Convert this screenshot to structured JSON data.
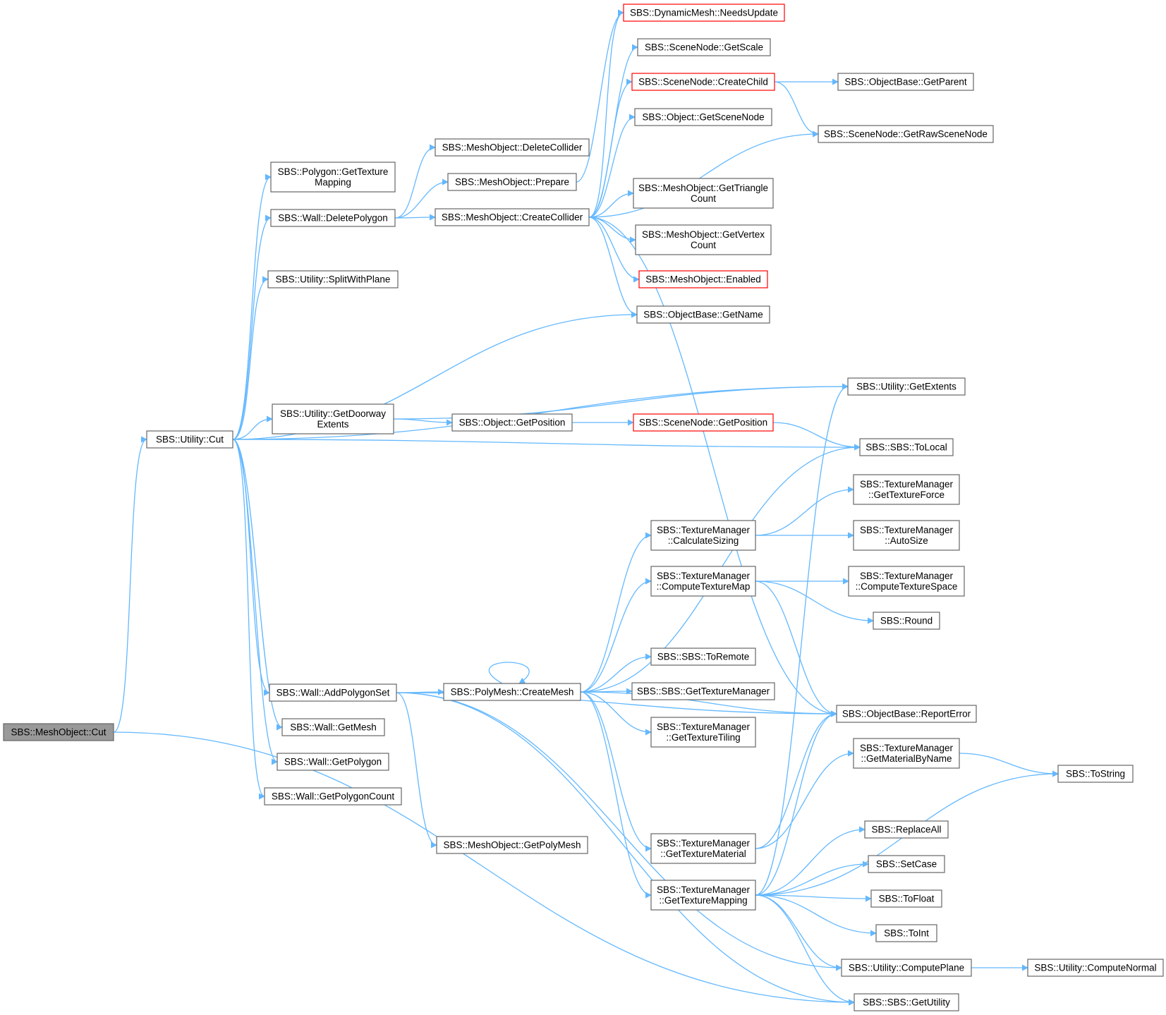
{
  "colors": {
    "edge": "#63b8ff",
    "node_border": "#666666",
    "node_border_red": "#ff0000",
    "node_fill": "#ffffff",
    "root_fill": "#999999",
    "text": "#000000"
  },
  "nodes": {
    "n_root": {
      "lines": [
        "SBS::MeshObject::Cut"
      ],
      "style": "root"
    },
    "n_cut": {
      "lines": [
        "SBS::Utility::Cut"
      ],
      "style": "normal"
    },
    "n_gettexmap": {
      "lines": [
        "SBS::Polygon::GetTexture",
        "Mapping"
      ],
      "style": "normal"
    },
    "n_delpoly": {
      "lines": [
        "SBS::Wall::DeletePolygon"
      ],
      "style": "normal"
    },
    "n_splitplane": {
      "lines": [
        "SBS::Utility::SplitWithPlane"
      ],
      "style": "normal"
    },
    "n_doorway": {
      "lines": [
        "SBS::Utility::GetDoorway",
        "Extents"
      ],
      "style": "normal"
    },
    "n_addpolyset": {
      "lines": [
        "SBS::Wall::AddPolygonSet"
      ],
      "style": "normal"
    },
    "n_getmesh": {
      "lines": [
        "SBS::Wall::GetMesh"
      ],
      "style": "normal"
    },
    "n_getpolygon": {
      "lines": [
        "SBS::Wall::GetPolygon"
      ],
      "style": "normal"
    },
    "n_getpolycount": {
      "lines": [
        "SBS::Wall::GetPolygonCount"
      ],
      "style": "normal"
    },
    "n_delcollider": {
      "lines": [
        "SBS::MeshObject::DeleteCollider"
      ],
      "style": "normal"
    },
    "n_prepare": {
      "lines": [
        "SBS::MeshObject::Prepare"
      ],
      "style": "normal"
    },
    "n_createcollider": {
      "lines": [
        "SBS::MeshObject::CreateCollider"
      ],
      "style": "normal"
    },
    "n_objgetpos": {
      "lines": [
        "SBS::Object::GetPosition"
      ],
      "style": "normal"
    },
    "n_createmesh": {
      "lines": [
        "SBS::PolyMesh::CreateMesh"
      ],
      "style": "normal"
    },
    "n_getpolymesh": {
      "lines": [
        "SBS::MeshObject::GetPolyMesh"
      ],
      "style": "normal"
    },
    "n_needsupdate": {
      "lines": [
        "SBS::DynamicMesh::NeedsUpdate"
      ],
      "style": "red"
    },
    "n_getscale": {
      "lines": [
        "SBS::SceneNode::GetScale"
      ],
      "style": "normal"
    },
    "n_createchild": {
      "lines": [
        "SBS::SceneNode::CreateChild"
      ],
      "style": "red"
    },
    "n_getscenenode": {
      "lines": [
        "SBS::Object::GetSceneNode"
      ],
      "style": "normal"
    },
    "n_gettricount": {
      "lines": [
        "SBS::MeshObject::GetTriangle",
        "Count"
      ],
      "style": "normal"
    },
    "n_getvertcount": {
      "lines": [
        "SBS::MeshObject::GetVertex",
        "Count"
      ],
      "style": "normal"
    },
    "n_enabled": {
      "lines": [
        "SBS::MeshObject::Enabled"
      ],
      "style": "red"
    },
    "n_getname": {
      "lines": [
        "SBS::ObjectBase::GetName"
      ],
      "style": "normal"
    },
    "n_scenegetpos": {
      "lines": [
        "SBS::SceneNode::GetPosition"
      ],
      "style": "red"
    },
    "n_calcsizing": {
      "lines": [
        "SBS::TextureManager",
        "::CalculateSizing"
      ],
      "style": "normal"
    },
    "n_computetexmap": {
      "lines": [
        "SBS::TextureManager",
        "::ComputeTextureMap"
      ],
      "style": "normal"
    },
    "n_toremote": {
      "lines": [
        "SBS::SBS::ToRemote"
      ],
      "style": "normal"
    },
    "n_gettexmgr": {
      "lines": [
        "SBS::SBS::GetTextureManager"
      ],
      "style": "normal"
    },
    "n_gettextiling": {
      "lines": [
        "SBS::TextureManager",
        "::GetTextureTiling"
      ],
      "style": "normal"
    },
    "n_gettexmaterial": {
      "lines": [
        "SBS::TextureManager",
        "::GetTextureMaterial"
      ],
      "style": "normal"
    },
    "n_gettexmapping": {
      "lines": [
        "SBS::TextureManager",
        "::GetTextureMapping"
      ],
      "style": "normal"
    },
    "n_getparent": {
      "lines": [
        "SBS::ObjectBase::GetParent"
      ],
      "style": "normal"
    },
    "n_getrawscenenode": {
      "lines": [
        "SBS::SceneNode::GetRawSceneNode"
      ],
      "style": "normal"
    },
    "n_getextents": {
      "lines": [
        "SBS::Utility::GetExtents"
      ],
      "style": "normal"
    },
    "n_tolocal": {
      "lines": [
        "SBS::SBS::ToLocal"
      ],
      "style": "normal"
    },
    "n_gettexforce": {
      "lines": [
        "SBS::TextureManager",
        "::GetTextureForce"
      ],
      "style": "normal"
    },
    "n_autosize": {
      "lines": [
        "SBS::TextureManager",
        "::AutoSize"
      ],
      "style": "normal"
    },
    "n_computetexspace": {
      "lines": [
        "SBS::TextureManager",
        "::ComputeTextureSpace"
      ],
      "style": "normal"
    },
    "n_round": {
      "lines": [
        "SBS::Round"
      ],
      "style": "normal"
    },
    "n_reporterror": {
      "lines": [
        "SBS::ObjectBase::ReportError"
      ],
      "style": "normal"
    },
    "n_getmatbyname": {
      "lines": [
        "SBS::TextureManager",
        "::GetMaterialByName"
      ],
      "style": "normal"
    },
    "n_replaceall": {
      "lines": [
        "SBS::ReplaceAll"
      ],
      "style": "normal"
    },
    "n_setcase": {
      "lines": [
        "SBS::SetCase"
      ],
      "style": "normal"
    },
    "n_tofloat": {
      "lines": [
        "SBS::ToFloat"
      ],
      "style": "normal"
    },
    "n_toint": {
      "lines": [
        "SBS::ToInt"
      ],
      "style": "normal"
    },
    "n_computeplane": {
      "lines": [
        "SBS::Utility::ComputePlane"
      ],
      "style": "normal"
    },
    "n_getutility": {
      "lines": [
        "SBS::SBS::GetUtility"
      ],
      "style": "normal"
    },
    "n_tostring": {
      "lines": [
        "SBS::ToString"
      ],
      "style": "normal"
    },
    "n_computenormal": {
      "lines": [
        "SBS::Utility::ComputeNormal"
      ],
      "style": "normal"
    }
  },
  "edges": [
    [
      "n_root",
      "n_cut"
    ],
    [
      "n_root",
      "n_getutility"
    ],
    [
      "n_cut",
      "n_gettexmap"
    ],
    [
      "n_cut",
      "n_delpoly"
    ],
    [
      "n_cut",
      "n_splitplane"
    ],
    [
      "n_cut",
      "n_getname"
    ],
    [
      "n_cut",
      "n_getextents"
    ],
    [
      "n_cut",
      "n_doorway"
    ],
    [
      "n_cut",
      "n_tolocal"
    ],
    [
      "n_cut",
      "n_addpolyset"
    ],
    [
      "n_cut",
      "n_getmesh"
    ],
    [
      "n_cut",
      "n_getpolygon"
    ],
    [
      "n_cut",
      "n_getpolycount"
    ],
    [
      "n_delpoly",
      "n_delcollider"
    ],
    [
      "n_delpoly",
      "n_prepare"
    ],
    [
      "n_delpoly",
      "n_createcollider"
    ],
    [
      "n_prepare",
      "n_needsupdate"
    ],
    [
      "n_createcollider",
      "n_needsupdate"
    ],
    [
      "n_createcollider",
      "n_getscale"
    ],
    [
      "n_createcollider",
      "n_createchild"
    ],
    [
      "n_createcollider",
      "n_getscenenode"
    ],
    [
      "n_createcollider",
      "n_getrawscenenode"
    ],
    [
      "n_createcollider",
      "n_gettricount"
    ],
    [
      "n_createcollider",
      "n_getvertcount"
    ],
    [
      "n_createcollider",
      "n_enabled"
    ],
    [
      "n_createcollider",
      "n_getname"
    ],
    [
      "n_createcollider",
      "n_reporterror"
    ],
    [
      "n_createchild",
      "n_getparent"
    ],
    [
      "n_createchild",
      "n_getrawscenenode"
    ],
    [
      "n_doorway",
      "n_getextents"
    ],
    [
      "n_doorway",
      "n_objgetpos"
    ],
    [
      "n_objgetpos",
      "n_scenegetpos"
    ],
    [
      "n_scenegetpos",
      "n_tolocal"
    ],
    [
      "n_addpolyset",
      "n_createmesh"
    ],
    [
      "n_addpolyset",
      "n_getpolymesh"
    ],
    [
      "n_addpolyset",
      "n_reporterror"
    ],
    [
      "n_addpolyset",
      "n_computeplane"
    ],
    [
      "n_addpolyset",
      "n_getutility"
    ],
    [
      "n_createmesh",
      "n_createmesh"
    ],
    [
      "n_createmesh",
      "n_tolocal"
    ],
    [
      "n_createmesh",
      "n_calcsizing"
    ],
    [
      "n_createmesh",
      "n_computetexmap"
    ],
    [
      "n_createmesh",
      "n_toremote"
    ],
    [
      "n_createmesh",
      "n_gettexmgr"
    ],
    [
      "n_createmesh",
      "n_gettextiling"
    ],
    [
      "n_createmesh",
      "n_reporterror"
    ],
    [
      "n_createmesh",
      "n_gettexmaterial"
    ],
    [
      "n_createmesh",
      "n_gettexmapping"
    ],
    [
      "n_calcsizing",
      "n_gettexforce"
    ],
    [
      "n_calcsizing",
      "n_autosize"
    ],
    [
      "n_computetexmap",
      "n_computetexspace"
    ],
    [
      "n_computetexmap",
      "n_round"
    ],
    [
      "n_computetexmap",
      "n_reporterror"
    ],
    [
      "n_gettexmaterial",
      "n_reporterror"
    ],
    [
      "n_gettexmaterial",
      "n_getmatbyname"
    ],
    [
      "n_gettexmapping",
      "n_getextents"
    ],
    [
      "n_gettexmapping",
      "n_reporterror"
    ],
    [
      "n_gettexmapping",
      "n_tostring"
    ],
    [
      "n_gettexmapping",
      "n_replaceall"
    ],
    [
      "n_gettexmapping",
      "n_setcase"
    ],
    [
      "n_gettexmapping",
      "n_tofloat"
    ],
    [
      "n_gettexmapping",
      "n_toint"
    ],
    [
      "n_gettexmapping",
      "n_computeplane"
    ],
    [
      "n_gettexmapping",
      "n_getutility"
    ],
    [
      "n_getmatbyname",
      "n_tostring"
    ],
    [
      "n_computeplane",
      "n_computenormal"
    ]
  ]
}
